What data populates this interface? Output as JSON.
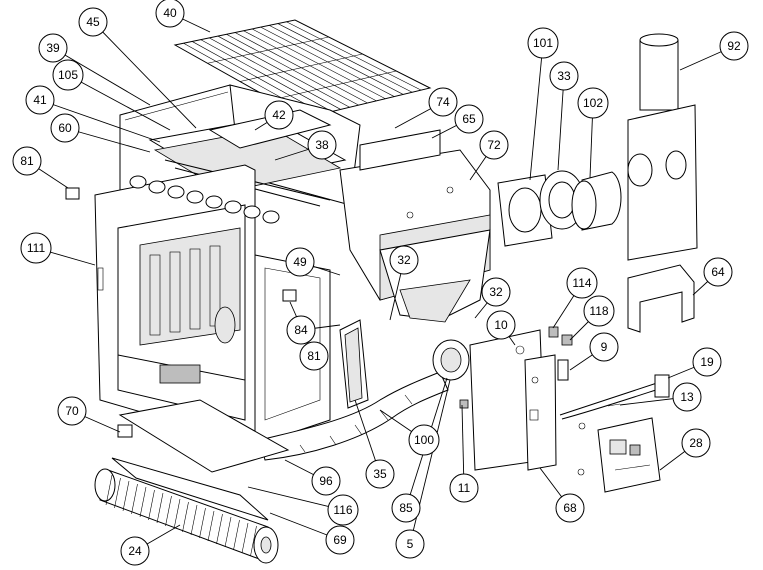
{
  "diagram": {
    "callouts": [
      {
        "id": "c40",
        "label": "40"
      },
      {
        "id": "c45",
        "label": "45"
      },
      {
        "id": "c39",
        "label": "39"
      },
      {
        "id": "c105",
        "label": "105"
      },
      {
        "id": "c41",
        "label": "41"
      },
      {
        "id": "c60",
        "label": "60"
      },
      {
        "id": "c81a",
        "label": "81"
      },
      {
        "id": "c111",
        "label": "111"
      },
      {
        "id": "c42",
        "label": "42"
      },
      {
        "id": "c38",
        "label": "38"
      },
      {
        "id": "c74",
        "label": "74"
      },
      {
        "id": "c65",
        "label": "65"
      },
      {
        "id": "c72",
        "label": "72"
      },
      {
        "id": "c101",
        "label": "101"
      },
      {
        "id": "c33",
        "label": "33"
      },
      {
        "id": "c102",
        "label": "102"
      },
      {
        "id": "c92",
        "label": "92"
      },
      {
        "id": "c49",
        "label": "49"
      },
      {
        "id": "c32a",
        "label": "32"
      },
      {
        "id": "c32b",
        "label": "32"
      },
      {
        "id": "c114",
        "label": "114"
      },
      {
        "id": "c64",
        "label": "64"
      },
      {
        "id": "c118",
        "label": "118"
      },
      {
        "id": "c84",
        "label": "84"
      },
      {
        "id": "c81b",
        "label": "81"
      },
      {
        "id": "c10",
        "label": "10"
      },
      {
        "id": "c9",
        "label": "9"
      },
      {
        "id": "c19",
        "label": "19"
      },
      {
        "id": "c13",
        "label": "13"
      },
      {
        "id": "c70",
        "label": "70"
      },
      {
        "id": "c100",
        "label": "100"
      },
      {
        "id": "c28",
        "label": "28"
      },
      {
        "id": "c35",
        "label": "35"
      },
      {
        "id": "c96",
        "label": "96"
      },
      {
        "id": "c11",
        "label": "11"
      },
      {
        "id": "c116",
        "label": "116"
      },
      {
        "id": "c85",
        "label": "85"
      },
      {
        "id": "c68",
        "label": "68"
      },
      {
        "id": "c69",
        "label": "69"
      },
      {
        "id": "c24",
        "label": "24"
      },
      {
        "id": "c5",
        "label": "5"
      }
    ]
  }
}
